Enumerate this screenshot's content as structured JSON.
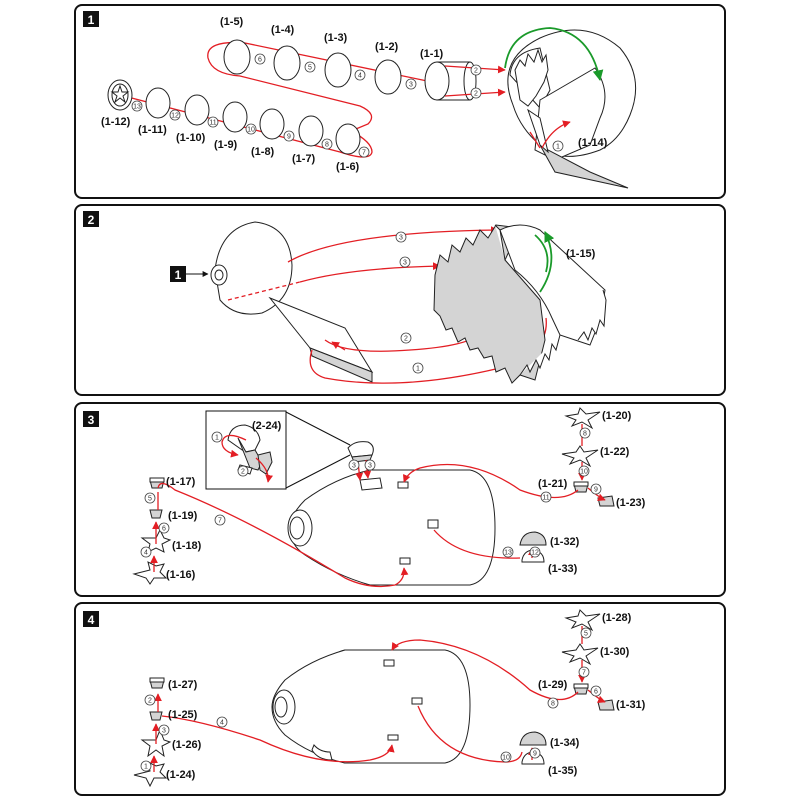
{
  "panels": [
    {
      "number": "1"
    },
    {
      "number": "2"
    },
    {
      "number": "3"
    },
    {
      "number": "4"
    }
  ],
  "panel1": {
    "labels": [
      "(1-5)",
      "(1-4)",
      "(1-3)",
      "(1-2)",
      "(1-1)",
      "(1-12)",
      "(1-11)",
      "(1-10)",
      "(1-9)",
      "(1-8)",
      "(1-7)",
      "(1-6)",
      "(1-14)"
    ],
    "steps": [
      "1",
      "2",
      "2",
      "3",
      "4",
      "5",
      "6",
      "7",
      "8",
      "9",
      "10",
      "11",
      "12",
      "13"
    ]
  },
  "panel2": {
    "ref_badge": "1",
    "labels": [
      "(1-15)"
    ],
    "steps": [
      "1",
      "2",
      "3",
      "3"
    ]
  },
  "panel3": {
    "labels": [
      "(2-24)",
      "(1-17)",
      "(1-19)",
      "(1-18)",
      "(1-16)",
      "(1-20)",
      "(1-22)",
      "(1-21)",
      "(1-23)",
      "(1-32)",
      "(1-33)"
    ],
    "steps": [
      "1",
      "2",
      "3",
      "3",
      "4",
      "5",
      "6",
      "7",
      "8",
      "9",
      "10",
      "11",
      "12",
      "13"
    ]
  },
  "panel4": {
    "labels": [
      "(1-27)",
      "(1-25)",
      "(1-26)",
      "(1-24)",
      "(1-28)",
      "(1-30)",
      "(1-29)",
      "(1-31)",
      "(1-34)",
      "(1-35)"
    ],
    "steps": [
      "1",
      "2",
      "3",
      "4",
      "5",
      "6",
      "7",
      "8",
      "9",
      "10"
    ]
  },
  "colors": {
    "assembly_arrow": "#e31e24",
    "rotation_arrow": "#1a9a2a",
    "frame": "#111111",
    "grey_fill": "#d4d4d4"
  }
}
